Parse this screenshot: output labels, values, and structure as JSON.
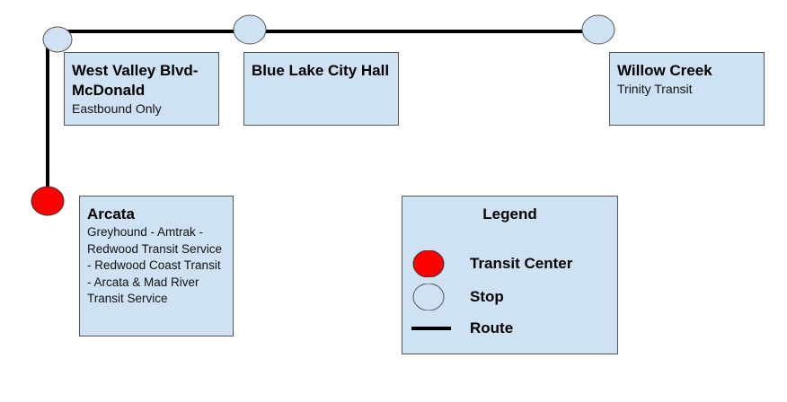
{
  "colors": {
    "stop_fill": "#cfe2f3",
    "transit_center_fill": "#ff0000",
    "route": "#000000",
    "box_fill": "#cfe2f3"
  },
  "stops": [
    {
      "id": "west-valley",
      "title": "West Valley Blvd-McDonald",
      "subtitle": "Eastbound Only",
      "type": "stop"
    },
    {
      "id": "blue-lake",
      "title": "Blue Lake City Hall",
      "subtitle": "",
      "type": "stop"
    },
    {
      "id": "willow-creek",
      "title": "Willow Creek",
      "subtitle": "Trinity Transit",
      "type": "stop"
    },
    {
      "id": "arcata",
      "title": "Arcata",
      "subtitle": "Greyhound - Amtrak - Redwood Transit Service - Redwood Coast Transit - Arcata & Mad River Transit Service",
      "type": "transit-center"
    }
  ],
  "legend": {
    "title": "Legend",
    "items": [
      {
        "label": "Transit Center",
        "icon": "red-circle-icon"
      },
      {
        "label": "Stop",
        "icon": "blue-circle-icon"
      },
      {
        "label": "Route",
        "icon": "route-line-icon"
      }
    ]
  }
}
